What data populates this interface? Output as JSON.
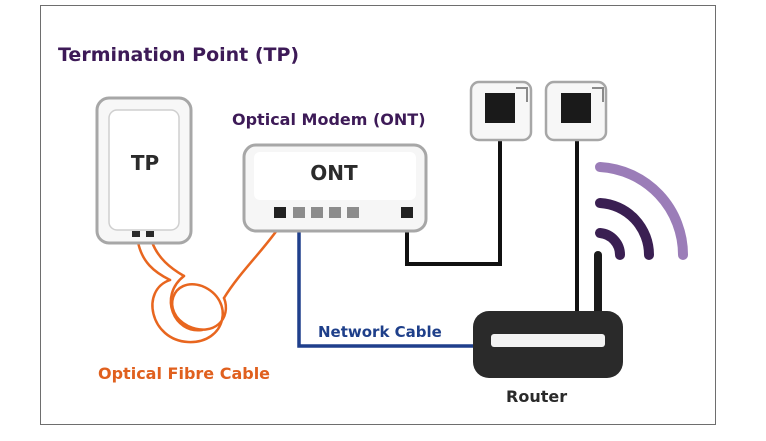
{
  "title": "Termination Point (TP)",
  "tp": {
    "box_label": "TP"
  },
  "ont": {
    "caption": "Optical Modem (ONT)",
    "box_label": "ONT"
  },
  "cables": {
    "network": "Network Cable",
    "fibre": "Optical Fibre Cable"
  },
  "router": {
    "label": "Router"
  },
  "colors": {
    "heading": "#3d1a57",
    "fibre": "#e8661f",
    "network": "#1f3f8c",
    "phone_line": "#111111",
    "wifi_outer": "#9b7db8",
    "wifi_inner": "#3a1f52",
    "device_fill": "#f2f2f2",
    "device_border": "#a7a7a7"
  },
  "icons": [
    "phone-socket-icon",
    "phone-socket-icon",
    "wifi-signal-icon"
  ]
}
